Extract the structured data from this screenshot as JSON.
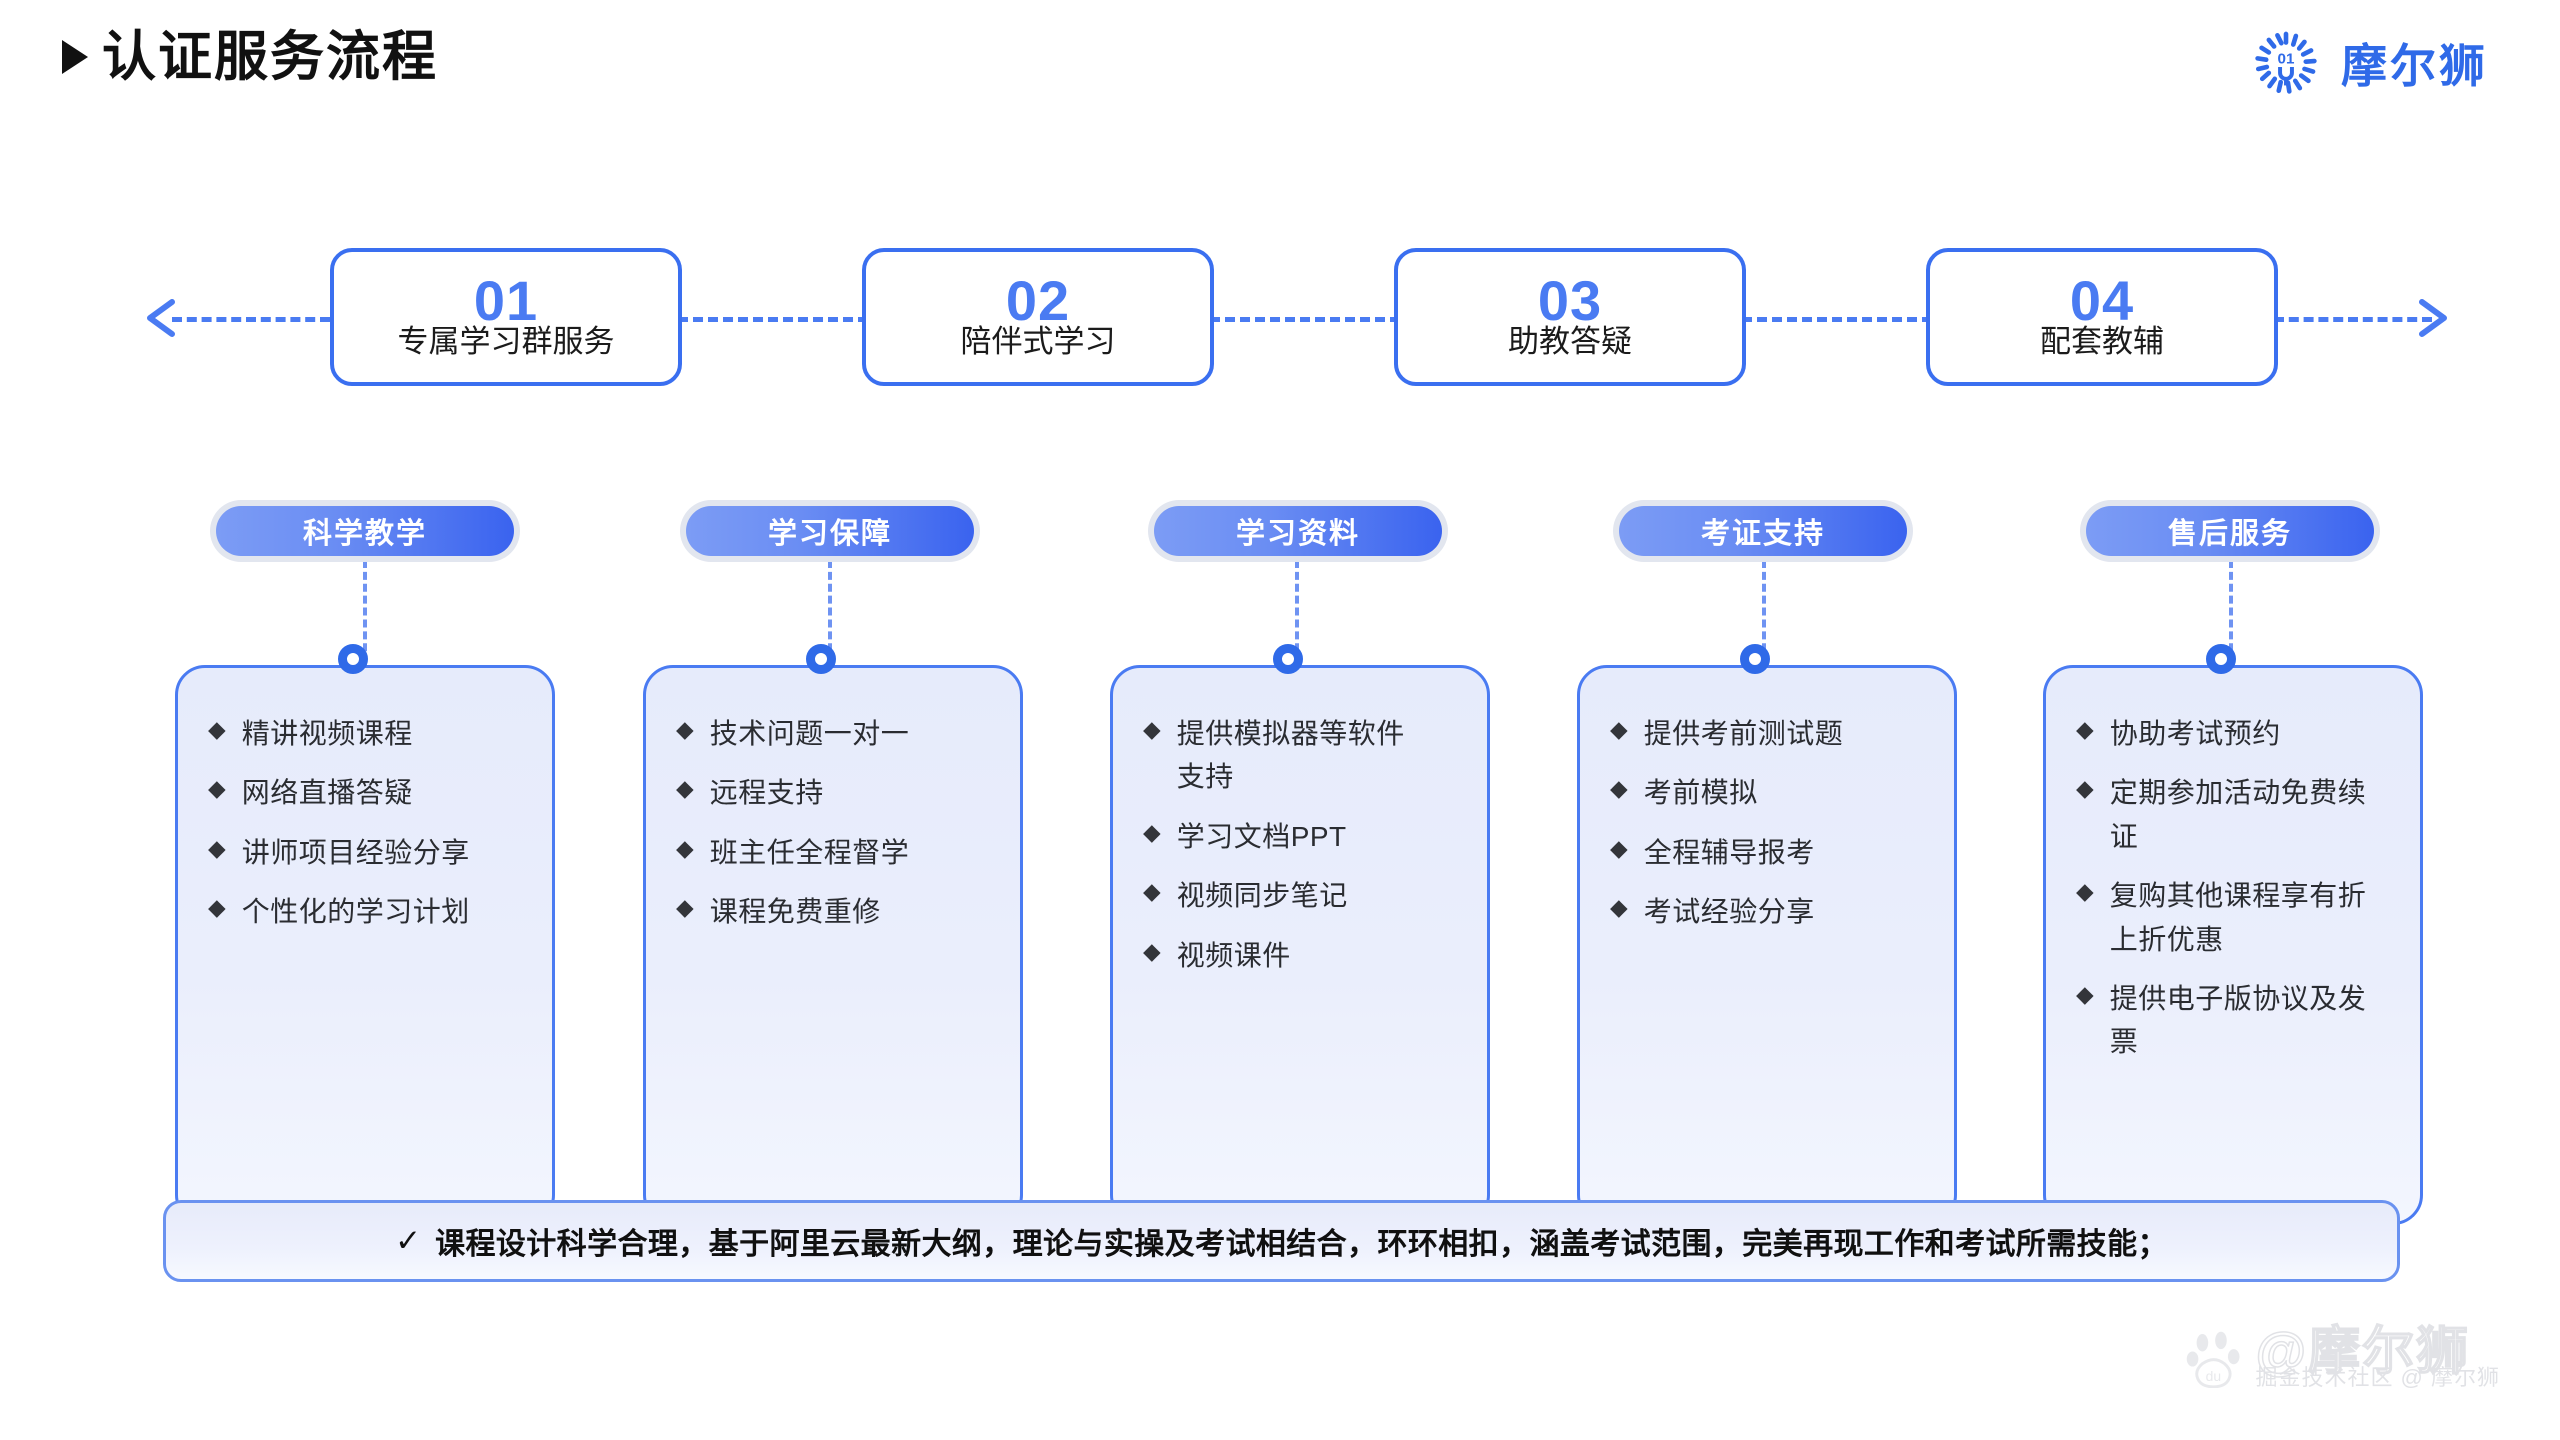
{
  "header": {
    "title": "认证服务流程",
    "marker_icon": "triangle-right-icon",
    "brand_name": "摩尔狮",
    "brand_mark_icon": "radial-badge-icon",
    "brand_mark_label": "01",
    "brand_color": "#2f6ae8"
  },
  "steps": [
    {
      "number": "01",
      "label": "专属学习群服务"
    },
    {
      "number": "02",
      "label": "陪伴式学习"
    },
    {
      "number": "03",
      "label": "助教答疑"
    },
    {
      "number": "04",
      "label": "配套教辅"
    }
  ],
  "flow": {
    "left_arrow_icon": "arrow-left-icon",
    "right_arrow_icon": "arrow-right-icon",
    "connector_color": "#4a7bf2"
  },
  "columns": [
    {
      "pill": "科学教学",
      "items": [
        "精讲视频课程",
        "网络直播答疑",
        "讲师项目经验分享",
        "个性化的学习计划"
      ]
    },
    {
      "pill": "学习保障",
      "items": [
        "技术问题一对一",
        "远程支持",
        "班主任全程督学",
        "课程免费重修"
      ]
    },
    {
      "pill": "学习资料",
      "items": [
        "提供模拟器等软件支持",
        "学习文档PPT",
        "视频同步笔记",
        "视频课件"
      ]
    },
    {
      "pill": "考证支持",
      "items": [
        "提供考前测试题",
        "考前模拟",
        "全程辅导报考",
        "考试经验分享"
      ]
    },
    {
      "pill": "售后服务",
      "items": [
        "协助考试预约",
        "定期参加活动免费续证",
        "复购其他课程享有折上折优惠",
        "提供电子版协议及发票"
      ]
    }
  ],
  "bullet_glyph": "◆",
  "banner": {
    "check_glyph": "✓",
    "text": "课程设计科学合理，基于阿里云最新大纲，理论与实操及考试相结合，环环相扣，涵盖考试范围，完美再现工作和考试所需技能；"
  },
  "watermark": {
    "paw_icon": "baidu-paw-icon",
    "paw_label": "du",
    "main": "@摩尔狮",
    "sub": "掘金技术社区 @ 摩尔狮"
  },
  "theme": {
    "accent": "#3a6ff0",
    "accent_light": "#7c9cf5",
    "card_border": "#4a7bf2",
    "text_dark": "#2a2c31"
  }
}
